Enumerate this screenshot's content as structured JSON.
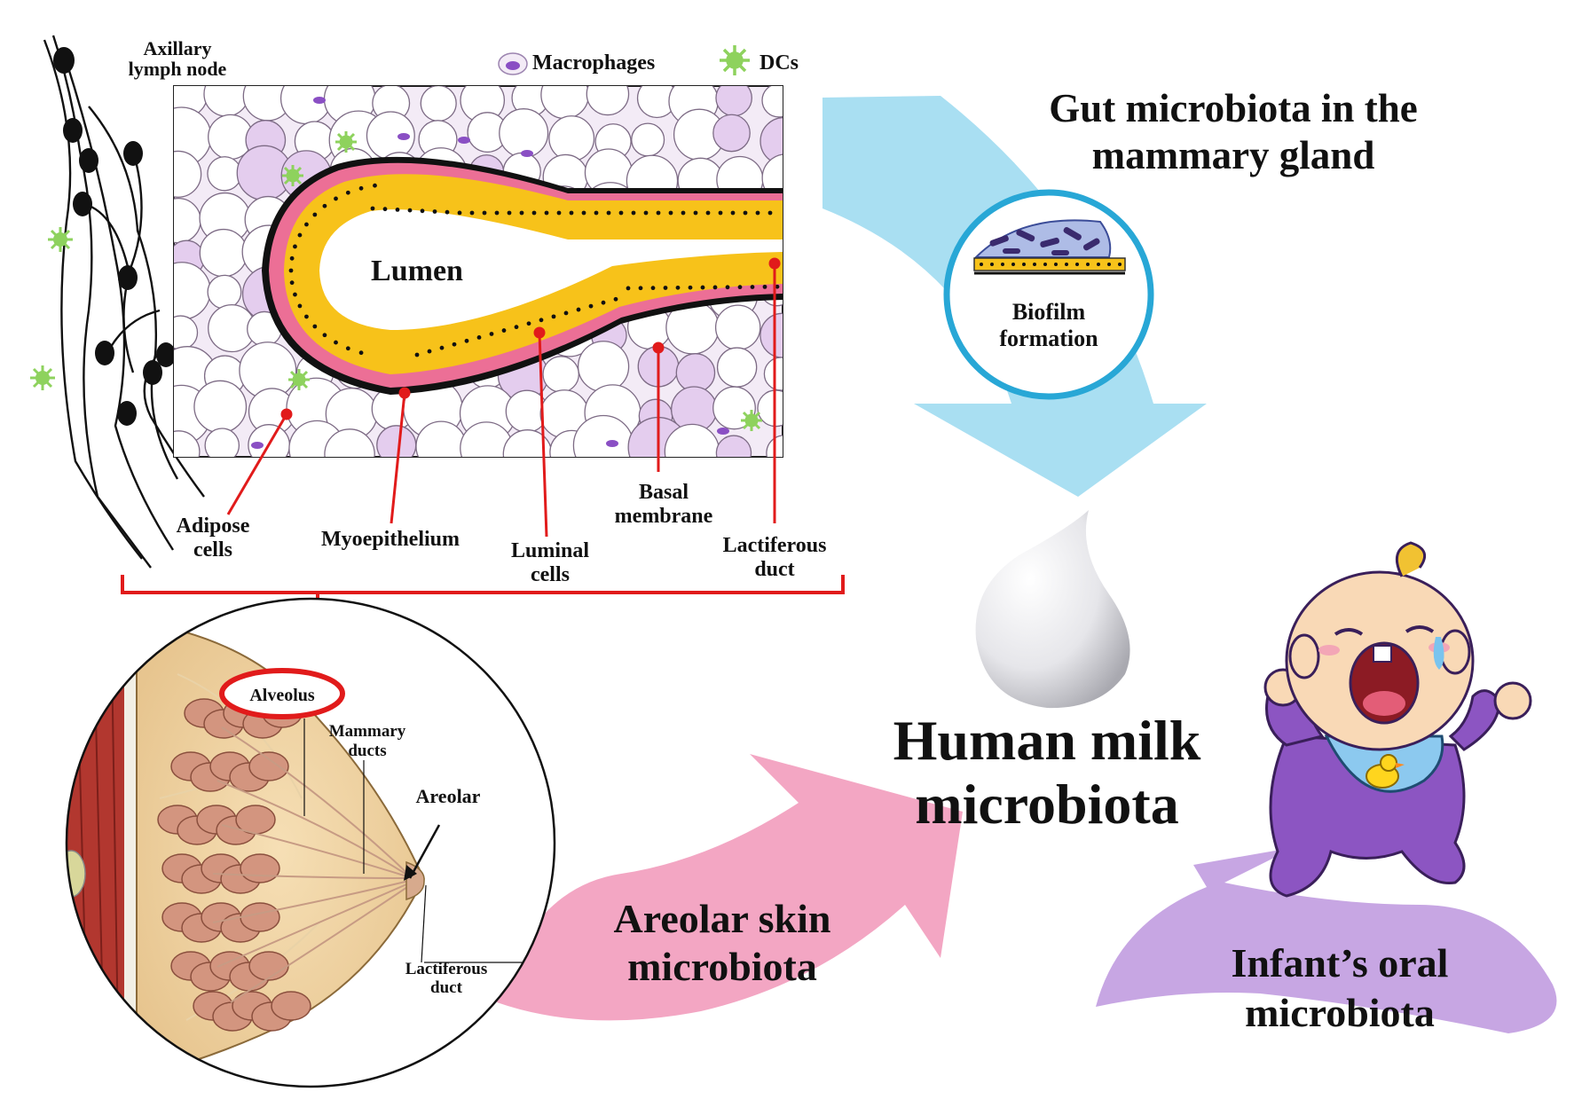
{
  "legend": {
    "macrophages": "Macrophages",
    "dcs": "DCs"
  },
  "tissue_labels": {
    "axillary_line1": "Axillary",
    "axillary_line2": "lymph node",
    "lumen": "Lumen",
    "adipose_line1": "Adipose",
    "adipose_line2": "cells",
    "myoepithelium": "Myoepithelium",
    "luminal_line1": "Luminal",
    "luminal_line2": "cells",
    "basal_line1": "Basal",
    "basal_line2": "membrane",
    "lactiferous_line1": "Lactiferous",
    "lactiferous_line2": "duct"
  },
  "breast_labels": {
    "alveolus": "Alveolus",
    "mammary_line1": "Mammary",
    "mammary_line2": "ducts",
    "areolar": "Areolar",
    "lactiferous_line1": "Lactiferous",
    "lactiferous_line2": "duct"
  },
  "gut": {
    "title_line1": "Gut microbiota in the",
    "title_line2": "mammary gland",
    "biofilm_line1": "Biofilm",
    "biofilm_line2": "formation"
  },
  "milk": {
    "line1": "Human milk",
    "line2": "microbiota"
  },
  "areolar_skin": {
    "line1": "Areolar skin",
    "line2": "microbiota"
  },
  "infant": {
    "line1": "Infant’s oral",
    "line2": "microbiota"
  },
  "colors": {
    "gut_arrow": "#a9dff2",
    "skin_arrow": "#f3a6c3",
    "infant_arrow": "#c7a6e3",
    "luminal": "#f7c21a",
    "myoepithelium": "#ec6f96",
    "adipose": "#ead9ee",
    "callout_red": "#e11b1b",
    "biofilm_ring": "#28a7d6",
    "suit_purple": "#8c55c2",
    "bib": "#8cc9ef"
  },
  "icons": [
    "macrophage-icon",
    "dendritic-cell-icon",
    "milk-drop-icon",
    "crying-baby-icon",
    "duck-icon",
    "breast-illustration"
  ]
}
